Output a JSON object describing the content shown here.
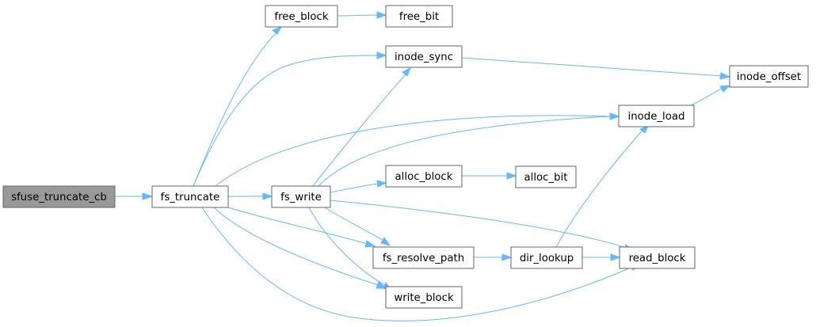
{
  "nodes": [
    {
      "id": "sfuse_truncate_cb",
      "label": "sfuse_truncate_cb",
      "root": true
    },
    {
      "id": "fs_truncate",
      "label": "fs_truncate"
    },
    {
      "id": "free_block",
      "label": "free_block"
    },
    {
      "id": "free_bit",
      "label": "free_bit"
    },
    {
      "id": "inode_sync",
      "label": "inode_sync"
    },
    {
      "id": "inode_offset",
      "label": "inode_offset"
    },
    {
      "id": "inode_load",
      "label": "inode_load"
    },
    {
      "id": "fs_write",
      "label": "fs_write"
    },
    {
      "id": "alloc_block",
      "label": "alloc_block"
    },
    {
      "id": "alloc_bit",
      "label": "alloc_bit"
    },
    {
      "id": "fs_resolve_path",
      "label": "fs_resolve_path"
    },
    {
      "id": "dir_lookup",
      "label": "dir_lookup"
    },
    {
      "id": "read_block",
      "label": "read_block"
    },
    {
      "id": "write_block",
      "label": "write_block"
    }
  ],
  "edges": [
    {
      "from": "sfuse_truncate_cb",
      "to": "fs_truncate"
    },
    {
      "from": "fs_truncate",
      "to": "free_block"
    },
    {
      "from": "free_block",
      "to": "free_bit"
    },
    {
      "from": "fs_truncate",
      "to": "inode_sync"
    },
    {
      "from": "inode_sync",
      "to": "inode_offset"
    },
    {
      "from": "fs_truncate",
      "to": "inode_load"
    },
    {
      "from": "inode_load",
      "to": "inode_offset"
    },
    {
      "from": "fs_truncate",
      "to": "fs_write"
    },
    {
      "from": "fs_write",
      "to": "inode_sync"
    },
    {
      "from": "fs_write",
      "to": "inode_load"
    },
    {
      "from": "fs_write",
      "to": "alloc_block"
    },
    {
      "from": "alloc_block",
      "to": "alloc_bit"
    },
    {
      "from": "fs_write",
      "to": "fs_resolve_path"
    },
    {
      "from": "fs_write",
      "to": "read_block"
    },
    {
      "from": "fs_write",
      "to": "write_block"
    },
    {
      "from": "fs_truncate",
      "to": "fs_resolve_path"
    },
    {
      "from": "fs_truncate",
      "to": "write_block"
    },
    {
      "from": "fs_truncate",
      "to": "read_block"
    },
    {
      "from": "fs_resolve_path",
      "to": "dir_lookup"
    },
    {
      "from": "dir_lookup",
      "to": "inode_load"
    },
    {
      "from": "dir_lookup",
      "to": "read_block"
    }
  ],
  "colors": {
    "edge": "#63b8ff",
    "node_border": "#666666",
    "root_fill": "#999999",
    "node_fill": "#ffffff"
  }
}
